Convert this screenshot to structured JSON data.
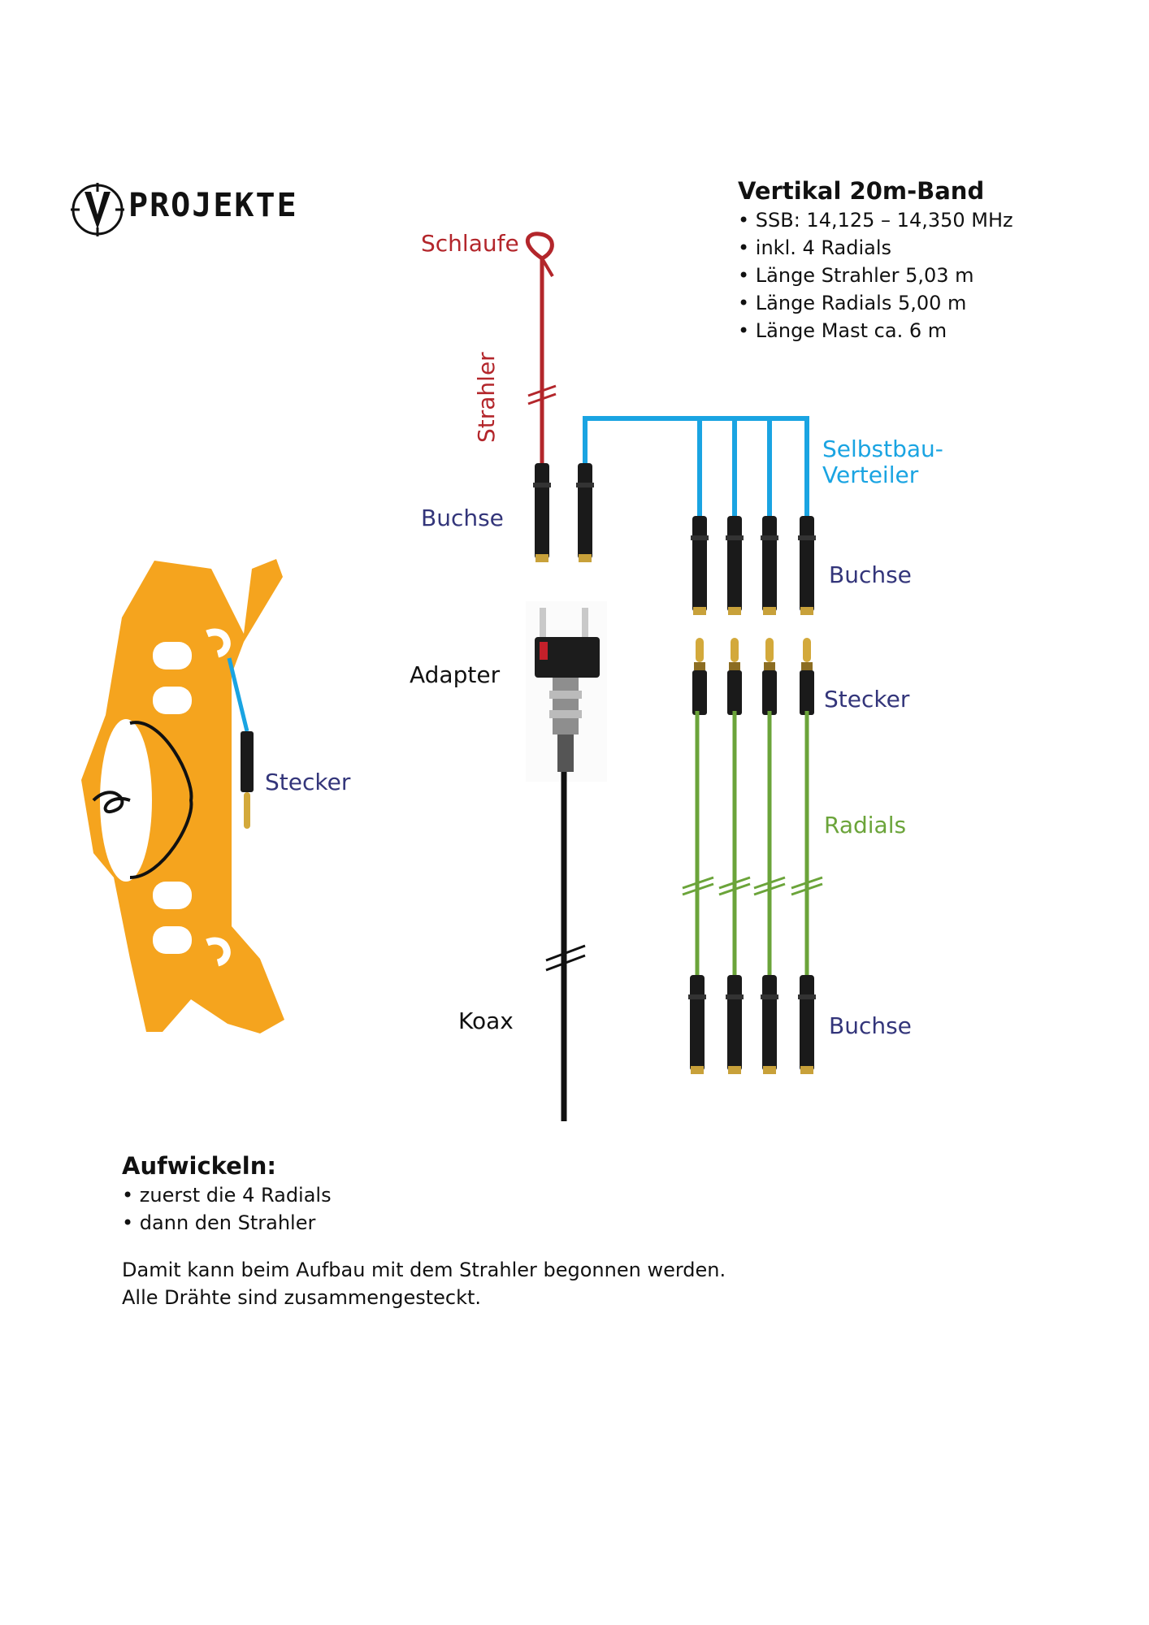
{
  "logo": {
    "letter": "V",
    "text": "PROJEKTE"
  },
  "info": {
    "title": "Vertikal 20m-Band",
    "items": [
      "• SSB: 14,125 – 14,350 MHz",
      "• inkl. 4 Radials",
      "• Länge Strahler 5,03 m",
      "• Länge Radials 5,00 m",
      "• Länge Mast ca. 6 m"
    ]
  },
  "labels": {
    "schlaufe": "Schlaufe",
    "strahler": "Strahler",
    "buchse_left": "Buchse",
    "adapter": "Adapter",
    "koax": "Koax",
    "verteiler_1": "Selbstbau-",
    "verteiler_2": "Verteiler",
    "buchse_right_top": "Buchse",
    "stecker_right": "Stecker",
    "radials": "Radials",
    "buchse_right_bottom": "Buchse",
    "stecker_winder": "Stecker"
  },
  "winding": {
    "title": "Aufwickeln:",
    "items": [
      "• zuerst die 4 Radials",
      "• dann den Strahler"
    ],
    "note_1": "Damit kann beim Aufbau mit dem Strahler begonnen werden.",
    "note_2": "Alle Drähte sind zusammengesteckt."
  },
  "colors": {
    "strahler": "#b3262b",
    "verteiler": "#1aa4e2",
    "radials": "#6ba43a",
    "koax": "#111111",
    "winder": "#f5a41e",
    "labels": "#33357a"
  }
}
